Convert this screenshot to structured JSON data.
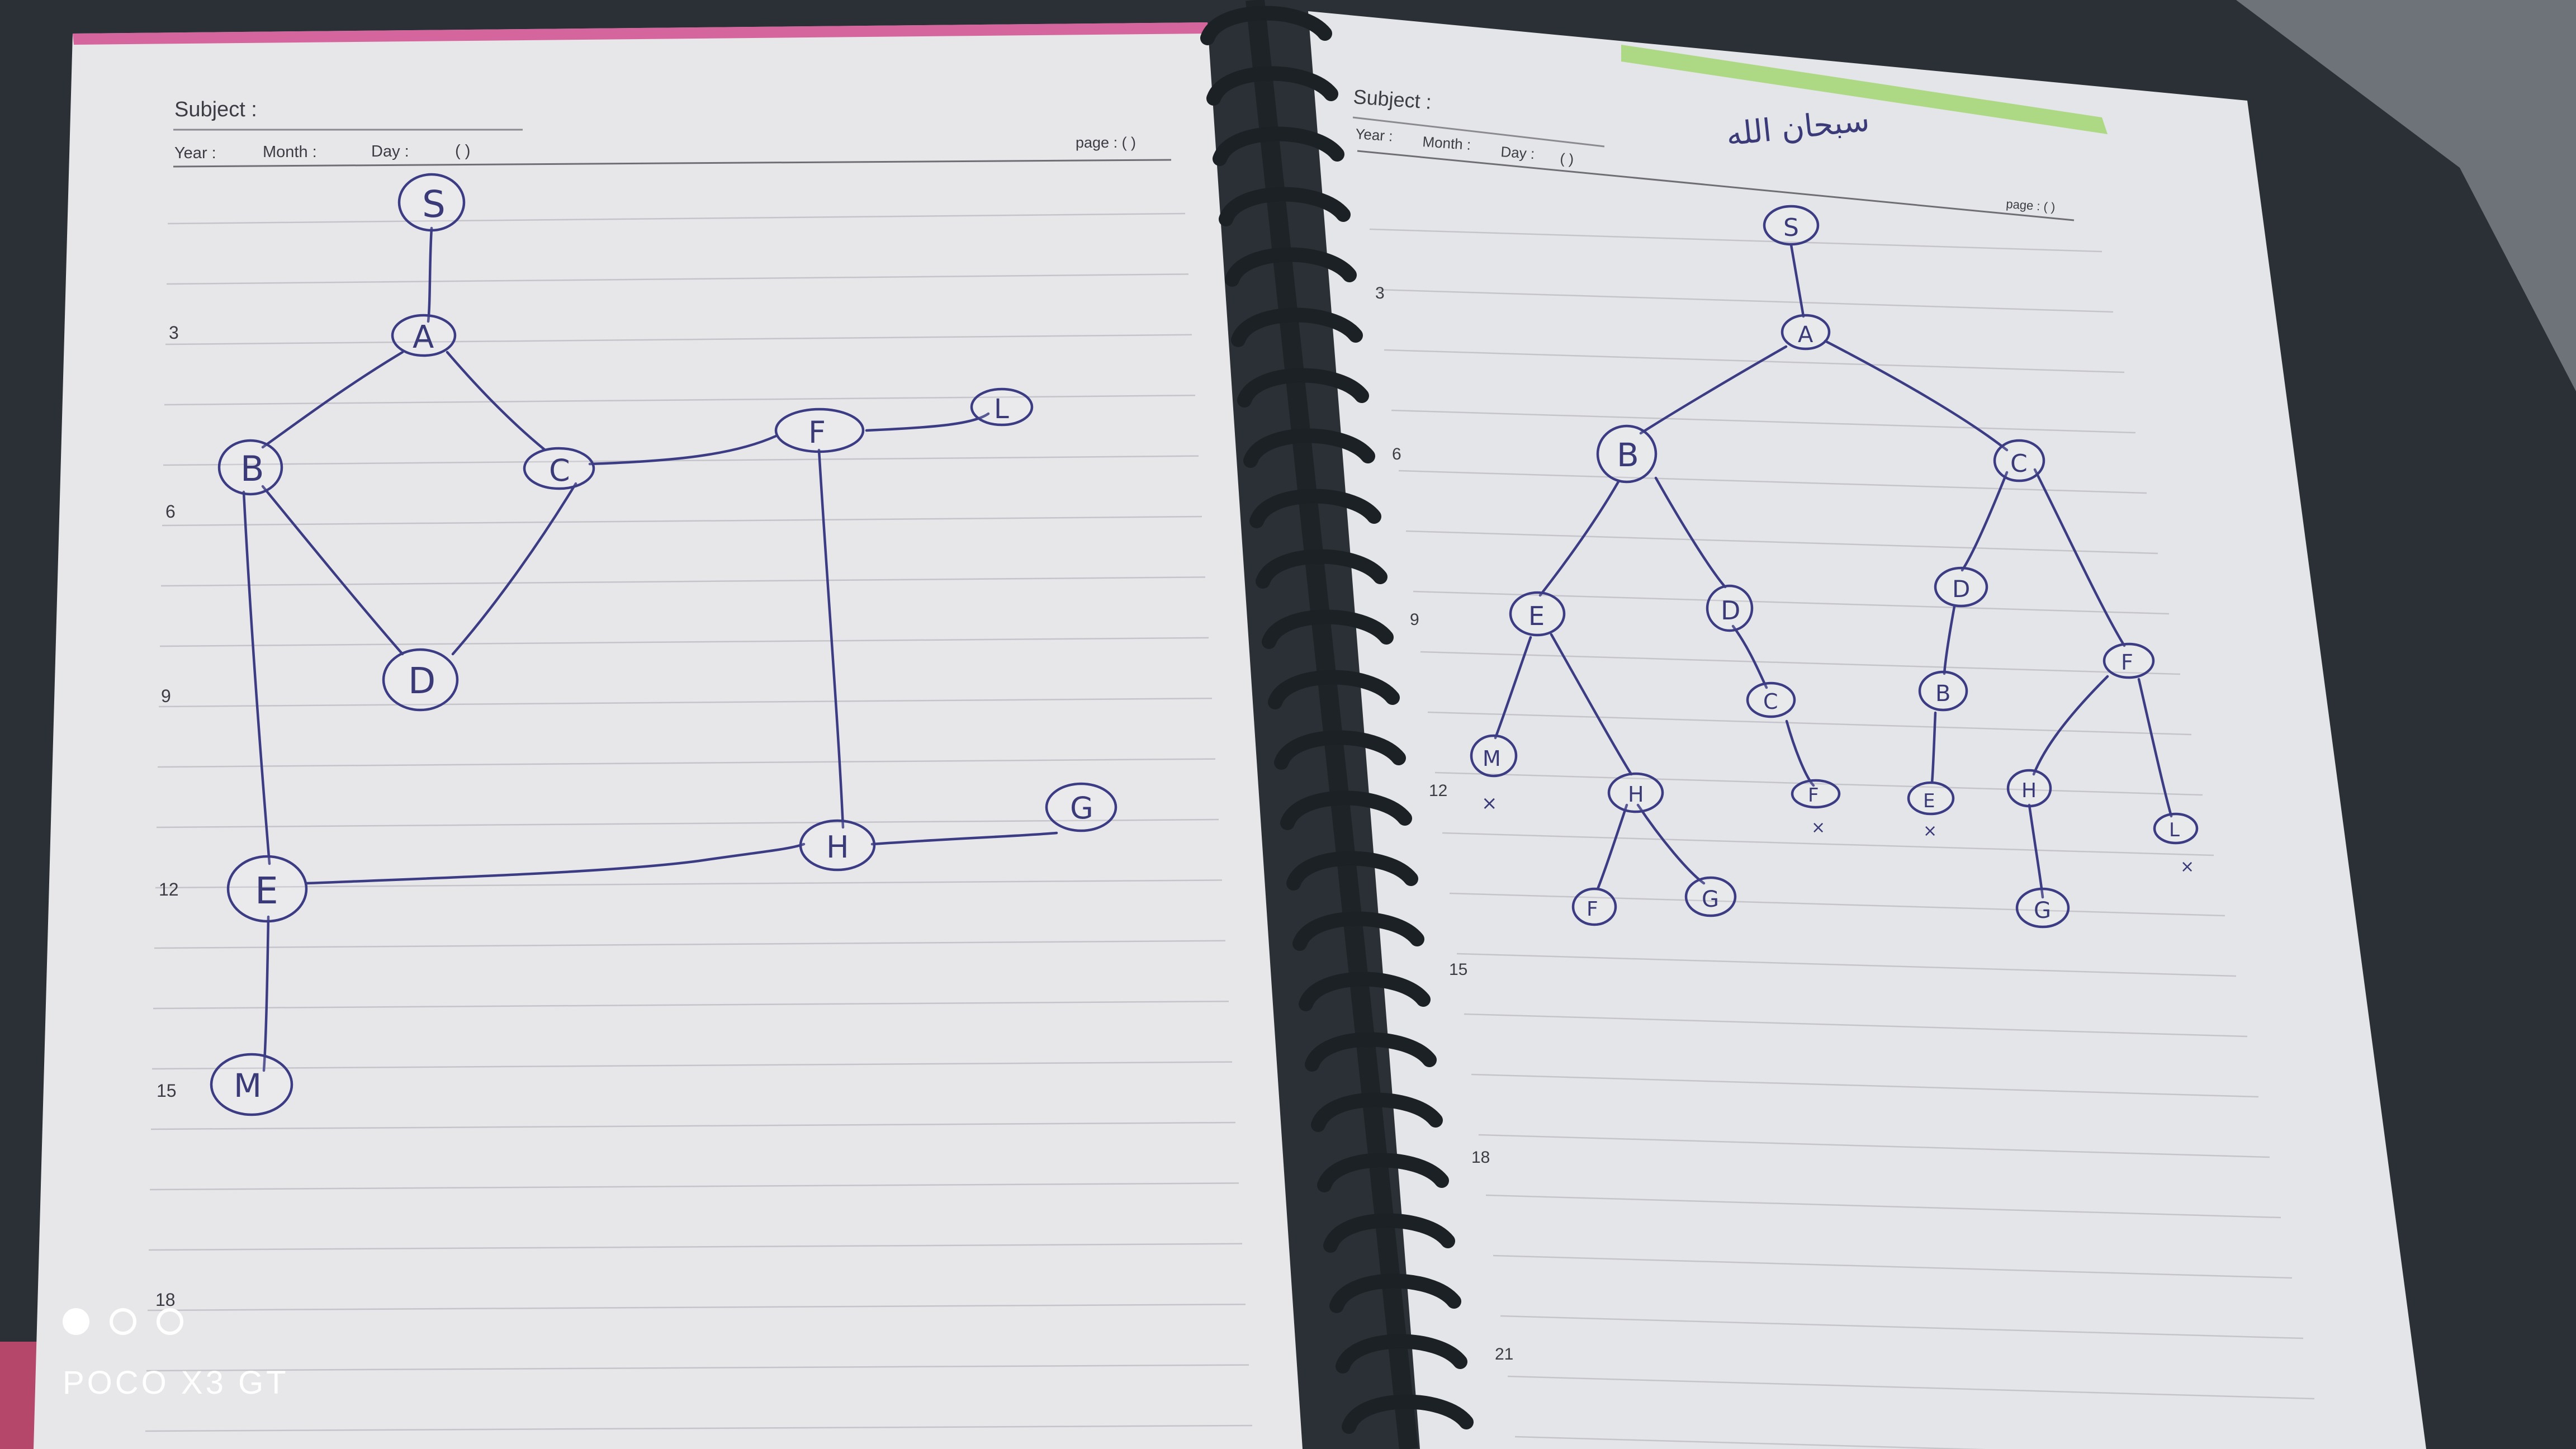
{
  "colors": {
    "ink": "#3c3c84",
    "paper": "#e9e9eb",
    "cover": "#2b3036",
    "tab_green": "#8bc34a",
    "tab_blue": "#3f6fa8"
  },
  "left_page": {
    "subject_label": "Subject :",
    "year_label": "Year :",
    "month_label": "Month :",
    "day_label": "Day :",
    "day_parens": "(     )",
    "page_label": "page : (         )",
    "line_numbers": [
      "3",
      "6",
      "9",
      "12",
      "15",
      "18"
    ],
    "graph_nodes": [
      "S",
      "A",
      "B",
      "C",
      "D",
      "F",
      "L",
      "E",
      "H",
      "G",
      "M"
    ]
  },
  "right_page": {
    "subject_label": "Subject :",
    "year_label": "Year :",
    "month_label": "Month :",
    "day_label": "Day :",
    "day_parens": "(   )",
    "page_label": "page : (   )",
    "arabic_header": "سبحان الله",
    "line_numbers": [
      "3",
      "6",
      "9",
      "12",
      "15",
      "18",
      "21"
    ],
    "tree_nodes": [
      "S",
      "A",
      "B",
      "C",
      "E",
      "D",
      "D",
      "F",
      "M",
      "H",
      "C",
      "B",
      "H",
      "L",
      "F",
      "G",
      "F",
      "E",
      "G"
    ],
    "dead_end_marks": [
      "×",
      "×",
      "×",
      "×"
    ]
  },
  "watermark": {
    "text": "POCO X3 GT",
    "dots": [
      "filled",
      "empty",
      "empty"
    ]
  }
}
